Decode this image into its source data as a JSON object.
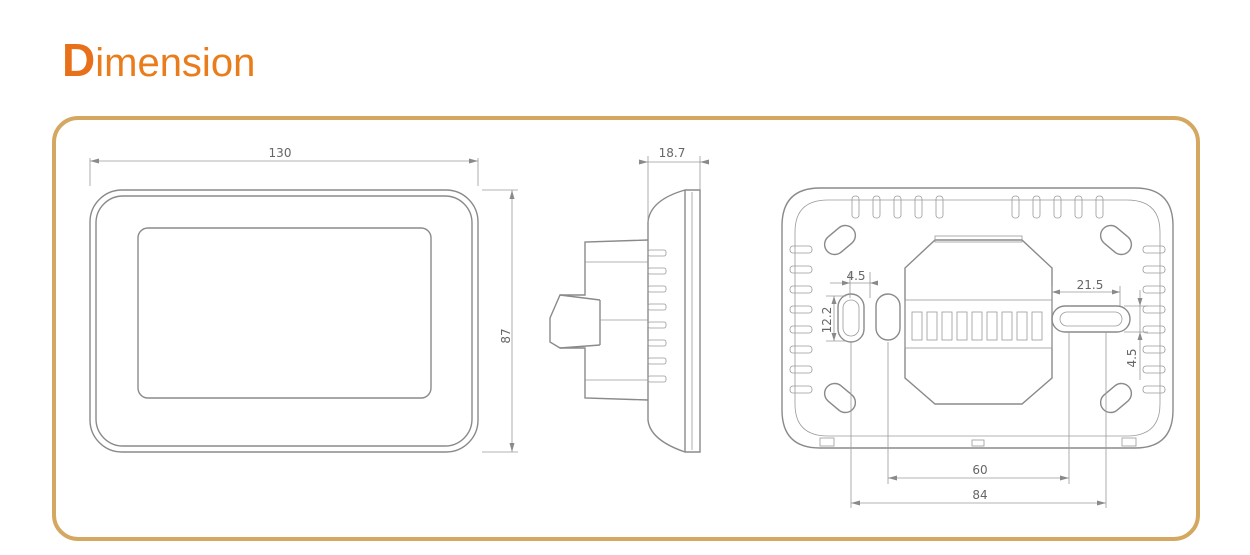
{
  "heading": {
    "first_letter": "D",
    "rest": "imension"
  },
  "colors": {
    "accent": "#e8701a",
    "frame": "#d5a861",
    "line": "#8a8a8a"
  },
  "dimensions": {
    "front_width": "130",
    "front_height": "87",
    "side_depth": "18.7",
    "back_hole_width": "4.5",
    "back_hole_height": "12.2",
    "back_slot_width": "21.5",
    "back_slot_height": "4.5",
    "back_spacing_inner": "60",
    "back_spacing_outer": "84"
  }
}
